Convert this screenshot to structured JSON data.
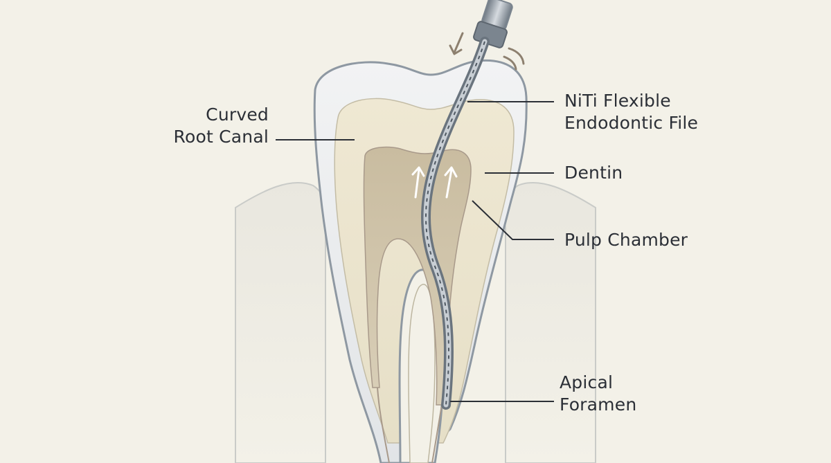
{
  "labels": {
    "curved_root_canal": [
      "Curved",
      "Root Canal"
    ],
    "niti_file": [
      "NiTi Flexible",
      "Endodontic File"
    ],
    "dentin": "Dentin",
    "pulp_chamber": "Pulp Chamber",
    "apical_foramen": [
      "Apical",
      "Foramen"
    ]
  },
  "colors": {
    "background": "#f3f1e8",
    "enamel": "#e6e8ea",
    "dentin": "#ece5cf",
    "pulp": "#cfc2a8",
    "gum": "#e7e5dc",
    "file_steel": "#8c96a0",
    "leader_line": "#2b2f36"
  },
  "icons": {
    "insertion_arrow": "arrow-down-left-icon",
    "motion_arrows": "arrow-up-icon"
  }
}
